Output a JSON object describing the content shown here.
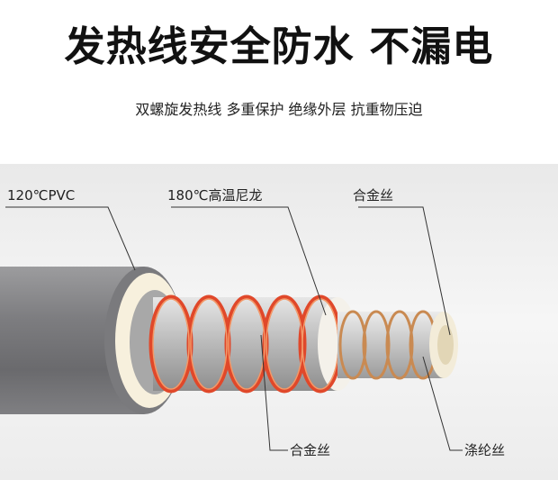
{
  "title": "发热线安全防水 不漏电",
  "subtitle": "双螺旋发热线 多重保护 绝缘外层 抗重物压迫",
  "labels": {
    "pvc": "120℃PVC",
    "nylon": "180℃高温尼龙",
    "alloy_top": "合金丝",
    "alloy_bottom": "合金丝",
    "polyester": "涤纶丝"
  },
  "colors": {
    "jacket": "#8a8a8c",
    "insulation": "#f7f0dd",
    "heating_wire": "#e0482a",
    "core": "#c8c8c8"
  }
}
